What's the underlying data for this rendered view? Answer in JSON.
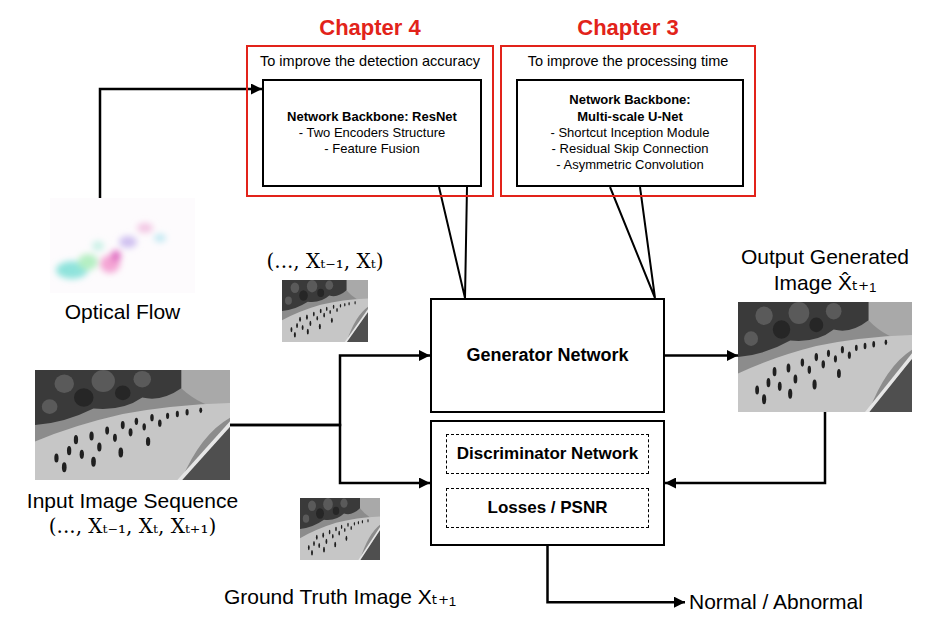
{
  "diagram": {
    "nodes": [
      {
        "text": [
          "Chapter 4",
          "To improve the detection accuracy"
        ]
      },
      {
        "text": [
          "Network Backbone: ResNet",
          "- Two Encoders Structure",
          "- Feature Fusion"
        ],
        "in": 0
      },
      {
        "text": [
          "Chapter 3",
          "To improve the processing time"
        ]
      },
      {
        "text": [
          "Network Backbone: Multi-scale U-Net",
          "- Shortcut Inception Module",
          "- Residual Skip Connection",
          "- Asymmetric Convolution"
        ],
        "in": 2
      },
      {
        "text": [
          "Optical Flow"
        ]
      },
      {
        "text": [
          "(..., Xₜ₋₁, Xₜ)"
        ]
      },
      {
        "text": [
          "Output Generated Image X̂ₜ₊₁"
        ]
      },
      {
        "text": [
          "Generator Network"
        ]
      },
      {
        "text": [
          "Input Image Sequence",
          "(..., Xₜ₋₁, Xₜ, Xₜ₊₁)"
        ]
      },
      {
        "text": []
      },
      {
        "text": [
          "Discriminator Network"
        ],
        "in": 9
      },
      {
        "text": [
          "Losses / PSNR"
        ],
        "in": 9
      },
      {
        "text": [
          "Ground Truth Image Xₜ₊₁"
        ]
      },
      {
        "text": [
          "Normal / Abnormal"
        ]
      }
    ],
    "edges": [
      {
        "from": 4,
        "to": 1,
        "arrow": "to"
      },
      {
        "from": 1,
        "to": 7,
        "arrow": "none"
      },
      {
        "from": 3,
        "to": 7,
        "arrow": "none"
      },
      {
        "from": 8,
        "to": 7,
        "arrow": "to"
      },
      {
        "from": 8,
        "to": 9,
        "arrow": "to"
      },
      {
        "from": 7,
        "to": 6,
        "arrow": "to"
      },
      {
        "from": 6,
        "to": 9,
        "arrow": "to"
      },
      {
        "from": 9,
        "to": 13,
        "arrow": "to"
      }
    ]
  }
}
